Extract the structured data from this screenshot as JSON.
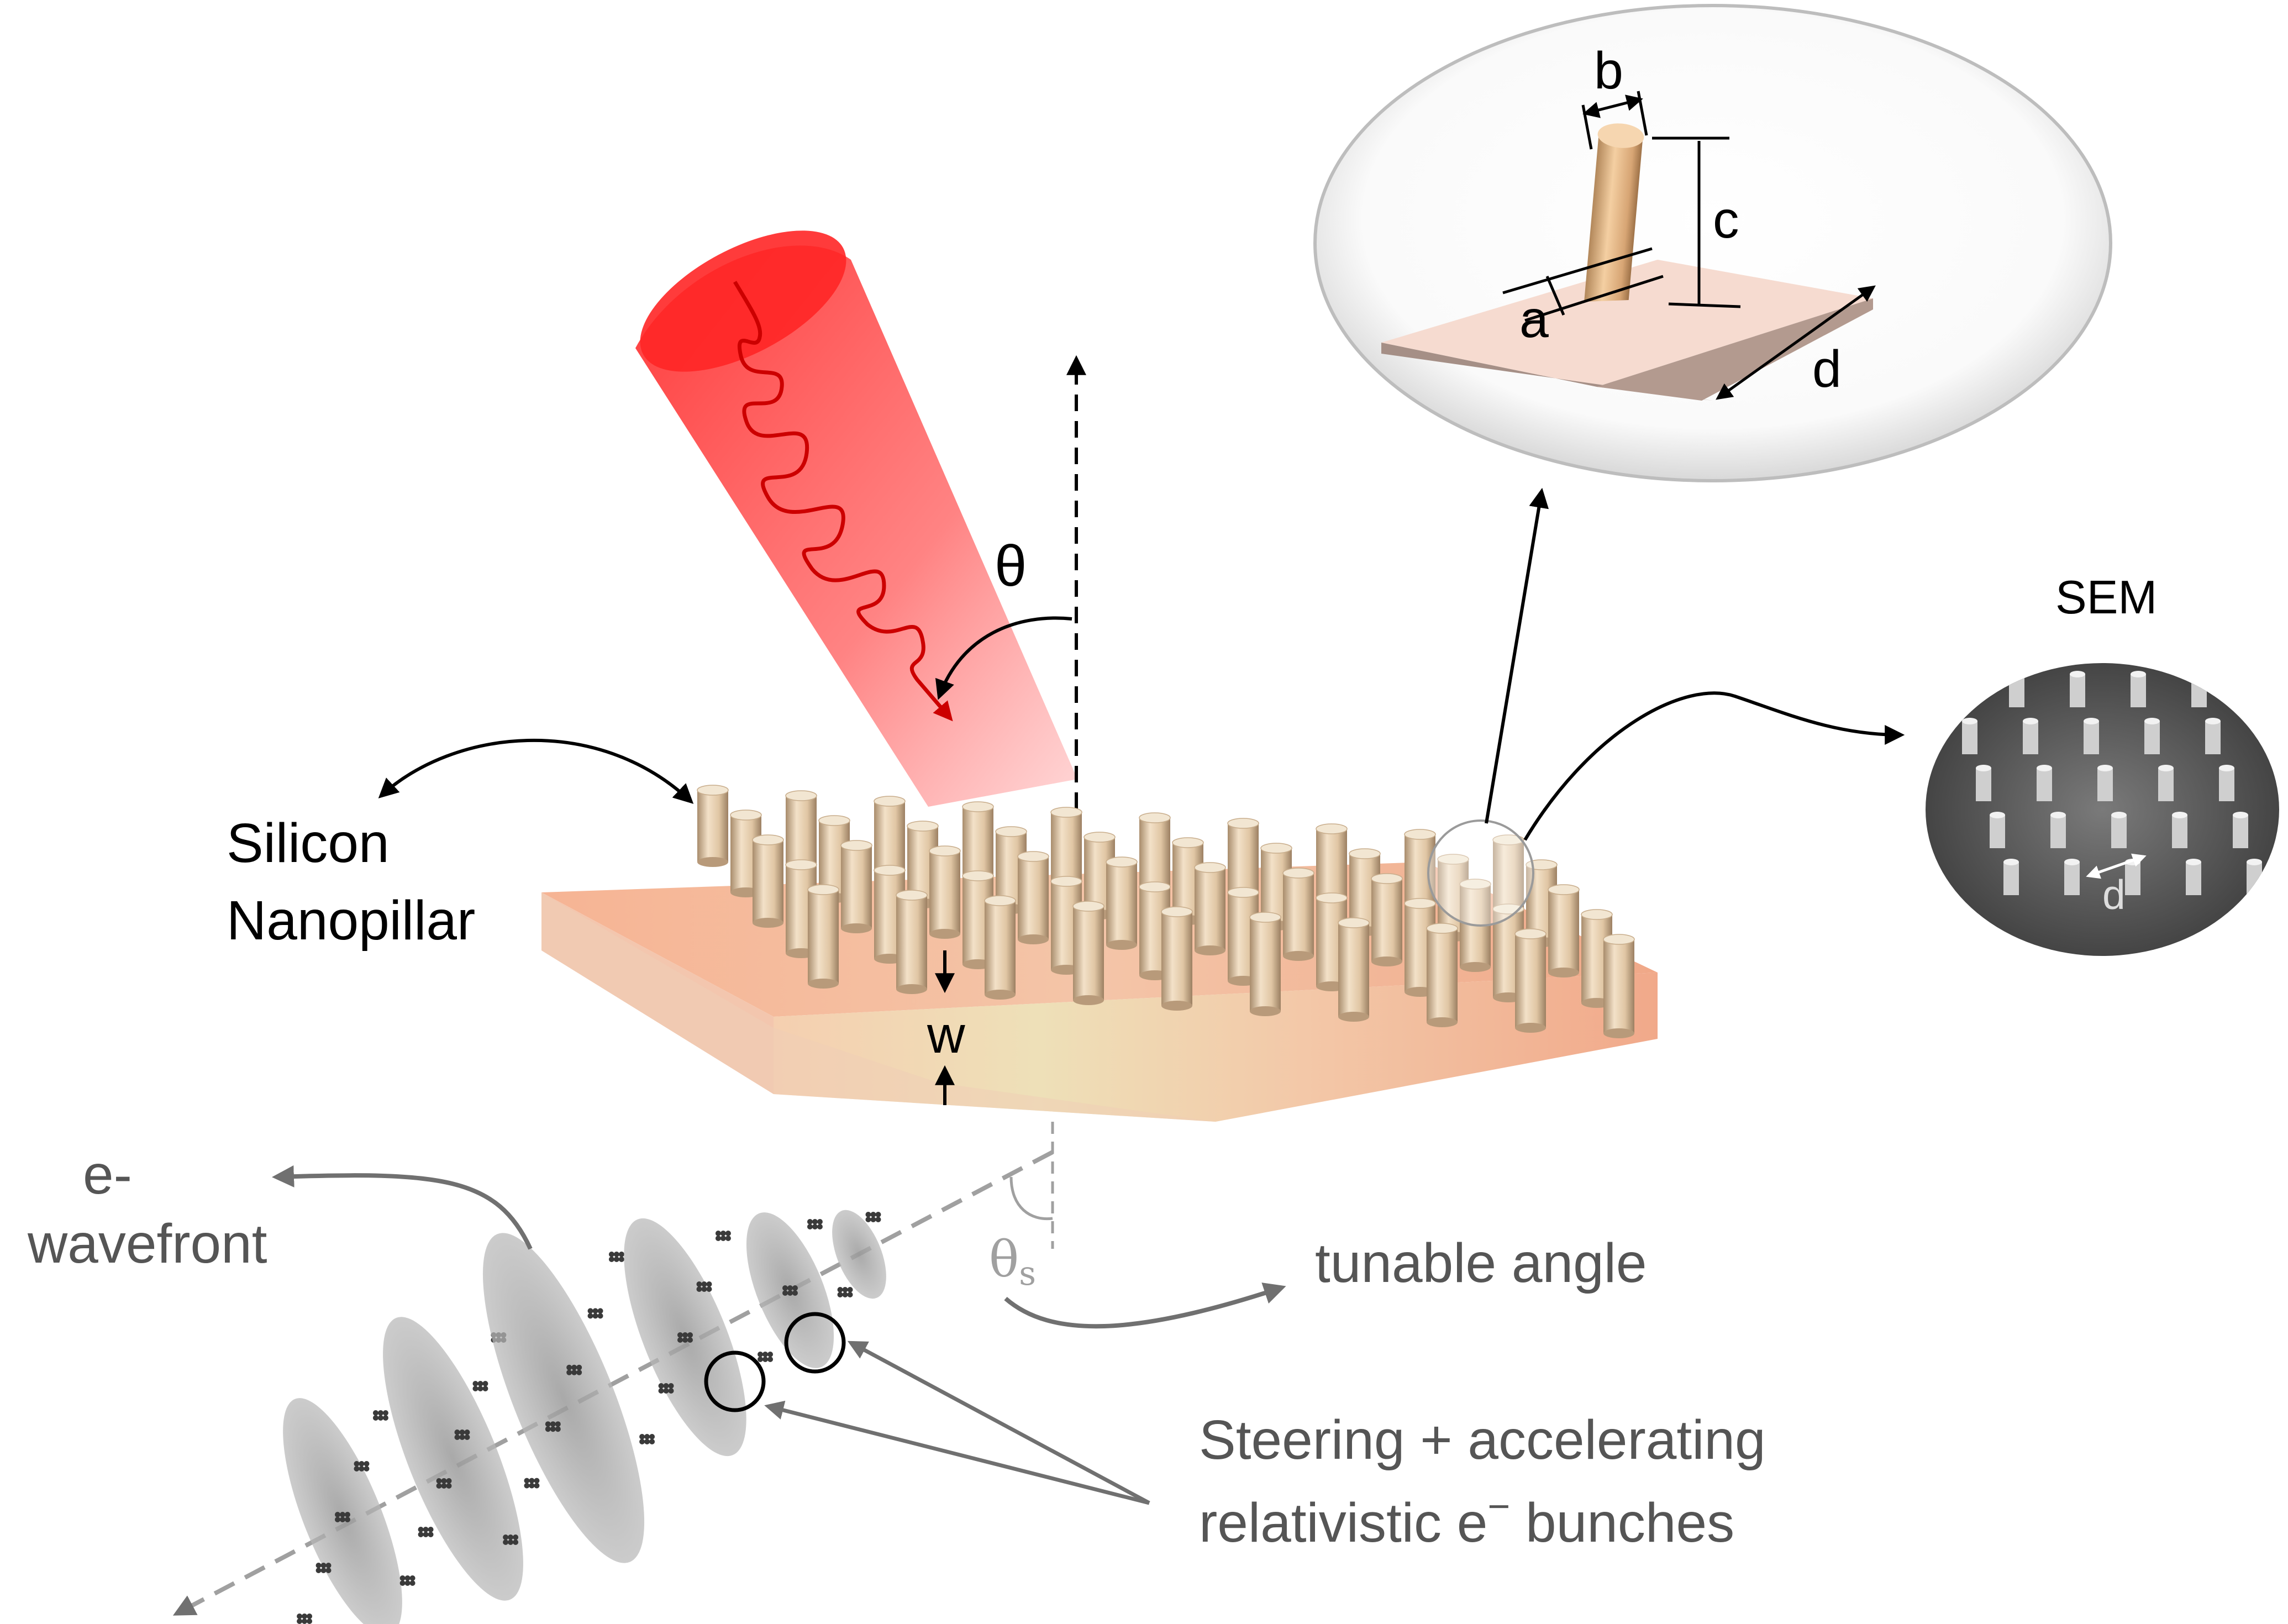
{
  "labels": {
    "theta": "θ",
    "silicon": "Silicon",
    "nanopillar": "Nanopillar",
    "w": "w",
    "e_wavefront_1": "e-",
    "e_wavefront_2": "wavefront",
    "theta_s": "θ",
    "theta_s_sub": "s",
    "tunable_angle": "tunable angle",
    "steering_1": "Steering + accelerating",
    "steering_2a": "relativistic e",
    "steering_2_sup": "−",
    "steering_2b": " bunches",
    "sem": "SEM",
    "sem_d": "d",
    "inset_a": "a",
    "inset_b": "b",
    "inset_c": "c",
    "inset_d": "d"
  },
  "colors": {
    "laser": "#ff3030",
    "wave": "#cc0000",
    "pillar": "#e2c7a4",
    "substrate": "#f2b090",
    "bunch": "#8a8a8a",
    "arrow_gray": "#707070"
  }
}
